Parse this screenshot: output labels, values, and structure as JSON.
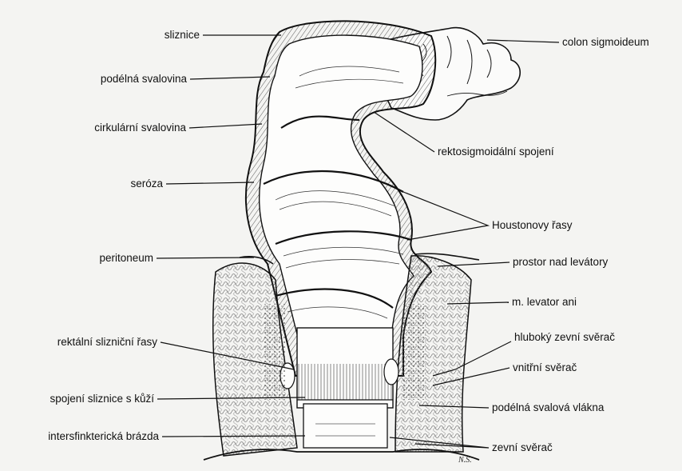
{
  "labels": {
    "left": [
      "sliznice",
      "podélná svalovina",
      "cirkulární svalovina",
      "seróza",
      "peritoneum",
      "rektální slizniční řasy",
      "spojení sliznice s kůží",
      "intersfinkterická brázda"
    ],
    "right": [
      "colon sigmoideum",
      "rektosigmoidální spojení",
      "Houstonovy řasy",
      "prostor nad levátory",
      "m. levator ani",
      "hluboký zevní svěrač",
      "vnitřní svěrač",
      "podélná svalová vlákna",
      "zevní svěrač"
    ]
  },
  "signature": "N.S."
}
